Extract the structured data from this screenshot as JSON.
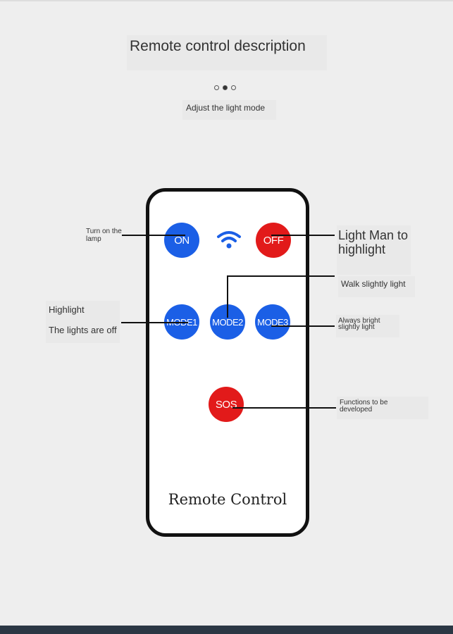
{
  "title": "Remote control description",
  "carousel": {
    "active_index": 1,
    "count": 3
  },
  "subtitle": "Adjust the light mode",
  "remote": {
    "caption": "Remote Control",
    "buttons": {
      "on": "ON",
      "off": "OFF",
      "mode1": "MODE1",
      "mode2": "MODE2",
      "mode3": "MODE3",
      "sos": "SOS"
    }
  },
  "labels": {
    "turn_on": "Turn on the lamp",
    "light_man": "Light Man to highlight",
    "walk": "Walk slightly light",
    "highlight": "Highlight",
    "lights_off": "The lights are off",
    "always": "Always bright slightly light",
    "functions": "Functions to be developed"
  },
  "colors": {
    "blue": "#1b5fe6",
    "red": "#e21a1a"
  }
}
